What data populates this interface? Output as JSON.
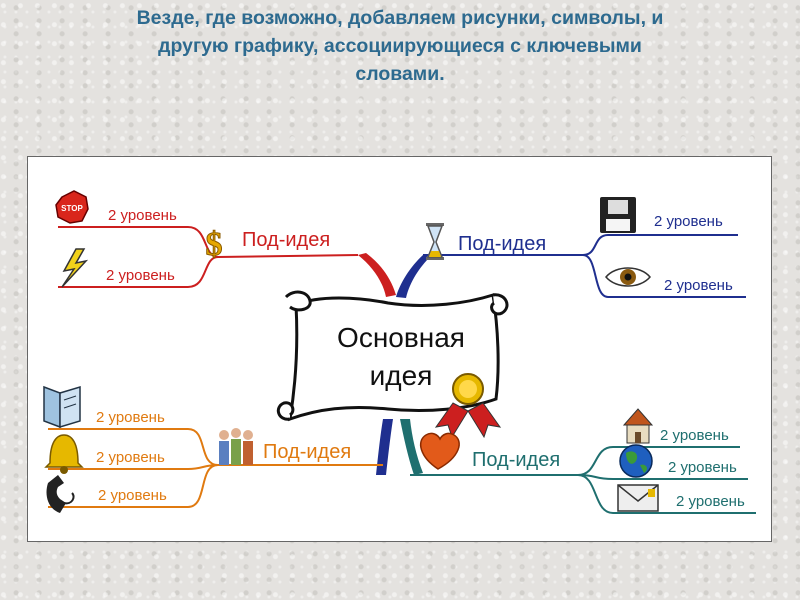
{
  "slide": {
    "heading_lines": [
      "Везде, где возможно, добавляем рисунки, символы, и",
      "другую графику, ассоциирующиеся с ключевыми",
      "словами."
    ]
  },
  "mindmap": {
    "center": {
      "line1": "Основная",
      "line2": "идея"
    },
    "branches": [
      {
        "id": "top-left",
        "color": "#cc1f1f",
        "label": "Под-идея",
        "icon": "dollar-icon",
        "children": [
          {
            "label": "2 уровень",
            "icon": "stop-sign-icon"
          },
          {
            "label": "2 уровень",
            "icon": "lightning-icon"
          }
        ]
      },
      {
        "id": "top-right",
        "color": "#1f2f8f",
        "label": "Под-идея",
        "icon": "hourglass-icon",
        "children": [
          {
            "label": "2 уровень",
            "icon": "floppy-disk-icon"
          },
          {
            "label": "2 уровень",
            "icon": "eye-icon"
          }
        ]
      },
      {
        "id": "bottom-left",
        "color": "#e07a10",
        "label": "Под-идея",
        "icon": "people-icon",
        "children": [
          {
            "label": "2 уровень",
            "icon": "book-icon"
          },
          {
            "label": "2 уровень",
            "icon": "bell-icon"
          },
          {
            "label": "2 уровень",
            "icon": "telephone-icon"
          }
        ]
      },
      {
        "id": "bottom-right",
        "color": "#1f6f6f",
        "label": "Под-идея",
        "icon": "heart-icon",
        "children": [
          {
            "label": "2 уровень",
            "icon": "house-icon"
          },
          {
            "label": "2 уровень",
            "icon": "globe-icon"
          },
          {
            "label": "2 уровень",
            "icon": "envelope-icon"
          }
        ]
      }
    ]
  }
}
